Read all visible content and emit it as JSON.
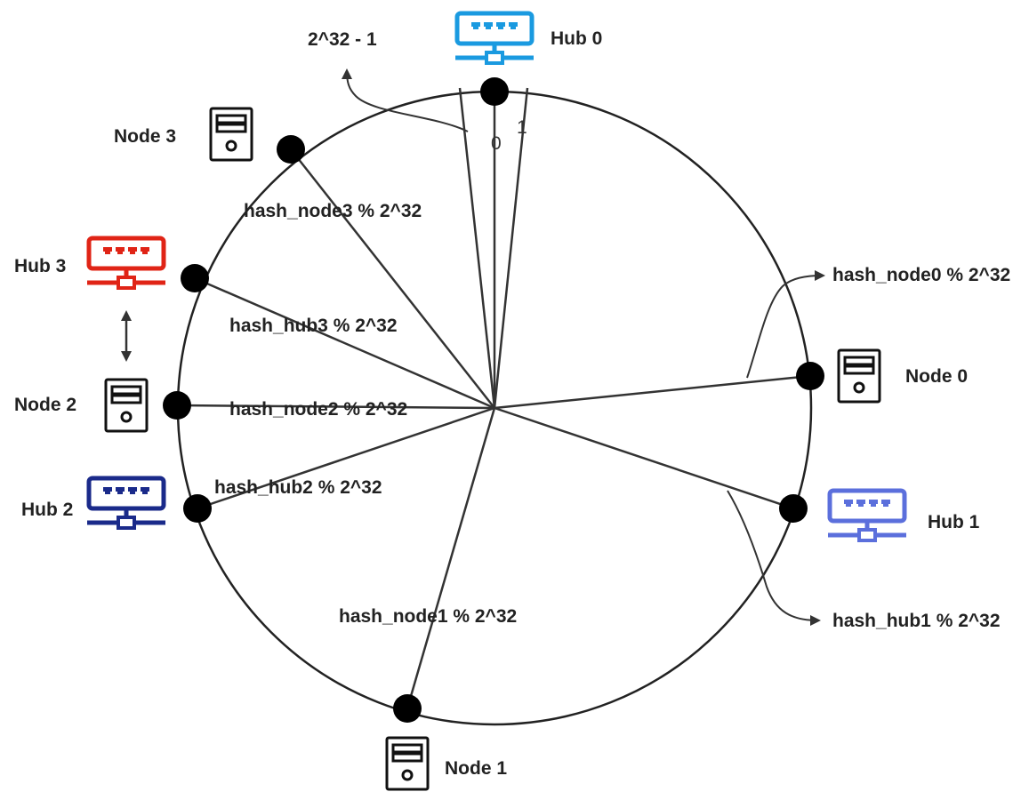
{
  "ring": {
    "max_label": "2^32 - 1",
    "zero_label": "0",
    "one_label": "1"
  },
  "hubs": [
    {
      "name": "Hub 0",
      "color": "#1a9ae0"
    },
    {
      "name": "Hub 1",
      "color": "#5b6fdc"
    },
    {
      "name": "Hub 2",
      "color": "#1a2a8a"
    },
    {
      "name": "Hub 3",
      "color": "#e02416"
    }
  ],
  "nodes": [
    {
      "name": "Node 0"
    },
    {
      "name": "Node 1"
    },
    {
      "name": "Node 2"
    },
    {
      "name": "Node 3"
    }
  ],
  "hash_labels": {
    "node0": "hash_node0 % 2^32",
    "node1": "hash_node1 % 2^32",
    "node2": "hash_node2 % 2^32",
    "node3": "hash_node3 % 2^32",
    "hub1": "hash_hub1 % 2^32",
    "hub2": "hash_hub2 % 2^32",
    "hub3": "hash_hub3 % 2^32"
  },
  "icons": {
    "hub": "network-switch-icon",
    "node": "server-icon"
  }
}
